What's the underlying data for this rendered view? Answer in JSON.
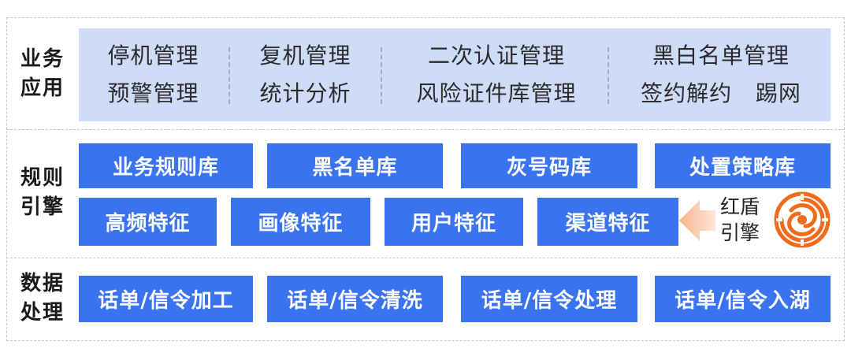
{
  "rows": {
    "app": {
      "label_line1": "业务",
      "label_line2": "应用"
    },
    "rule": {
      "label_line1": "规则",
      "label_line2": "引擎"
    },
    "data": {
      "label_line1": "数据",
      "label_line2": "处理"
    }
  },
  "app_columns": [
    {
      "line1": "停机管理",
      "line2": "预警管理"
    },
    {
      "line1": "复机管理",
      "line2": "统计分析"
    },
    {
      "line1": "二次认证管理",
      "line2": "风险证件库管理"
    },
    {
      "line1": "黑白名单管理",
      "line2": "签约解约   踢网"
    }
  ],
  "rule_top": [
    "业务规则库",
    "黑名单库",
    "灰号码库",
    "处置策略库"
  ],
  "rule_bottom": [
    "高频特征",
    "画像特征",
    "用户特征",
    "渠道特征"
  ],
  "engine": {
    "line1": "红盾",
    "line2": "引擎",
    "icon": "honghun-logo-icon",
    "arrow": "left-arrow-icon"
  },
  "data_boxes": [
    "话单/信令加工",
    "话单/信令清洗",
    "话单/信令处理",
    "话单/信令入湖"
  ],
  "colors": {
    "box_blue": "#3a73f0",
    "panel_blue": "#cfdcf8",
    "engine_orange": "#f26b1d",
    "arrow_peach": "#f9d2b7"
  }
}
